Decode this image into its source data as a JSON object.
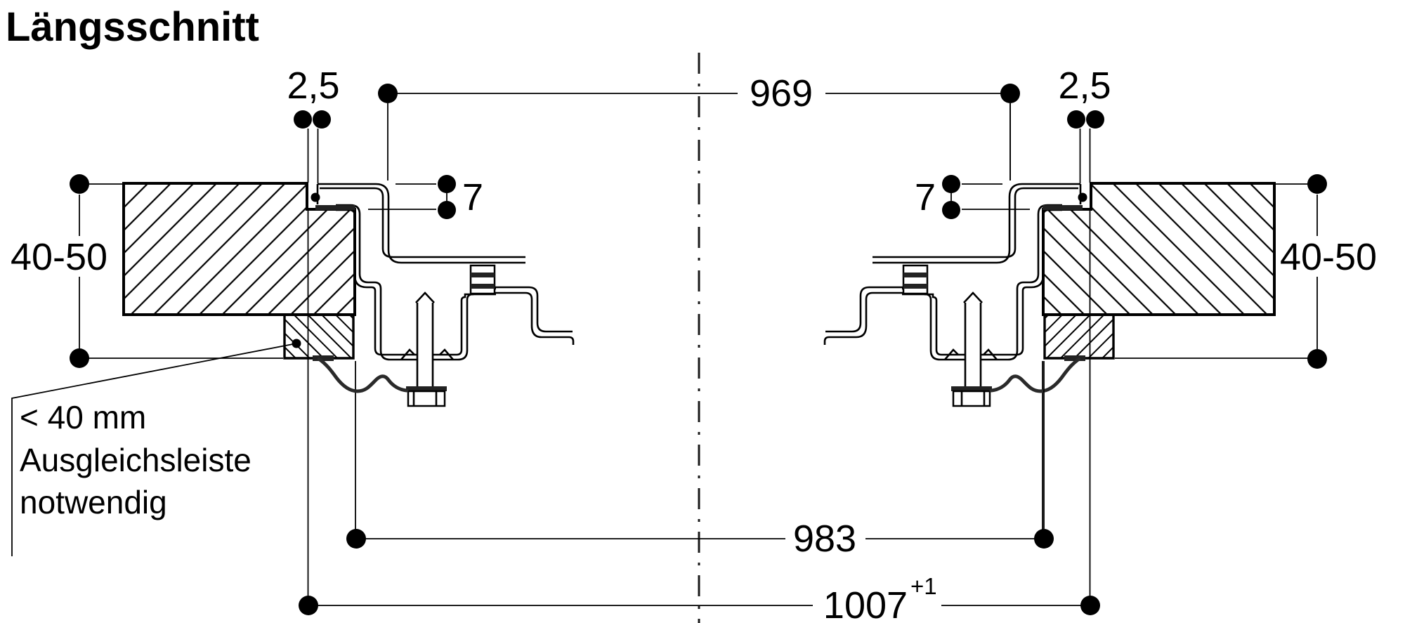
{
  "title": "Längsschnitt",
  "drawing_type": "installation-cross-section",
  "dimensions": {
    "edge_gap": "2,5",
    "glass_step": "7",
    "width_inner": "969",
    "width_cutout": "983",
    "width_overall": "1007",
    "width_overall_tolerance": "+1",
    "worktop_thickness": "40-50"
  },
  "note": {
    "line1": "< 40 mm",
    "line2": "Ausgleichsleiste",
    "line3": "notwendig"
  },
  "colors": {
    "ink": "#000000",
    "seal": "#222222",
    "background": "#ffffff"
  }
}
